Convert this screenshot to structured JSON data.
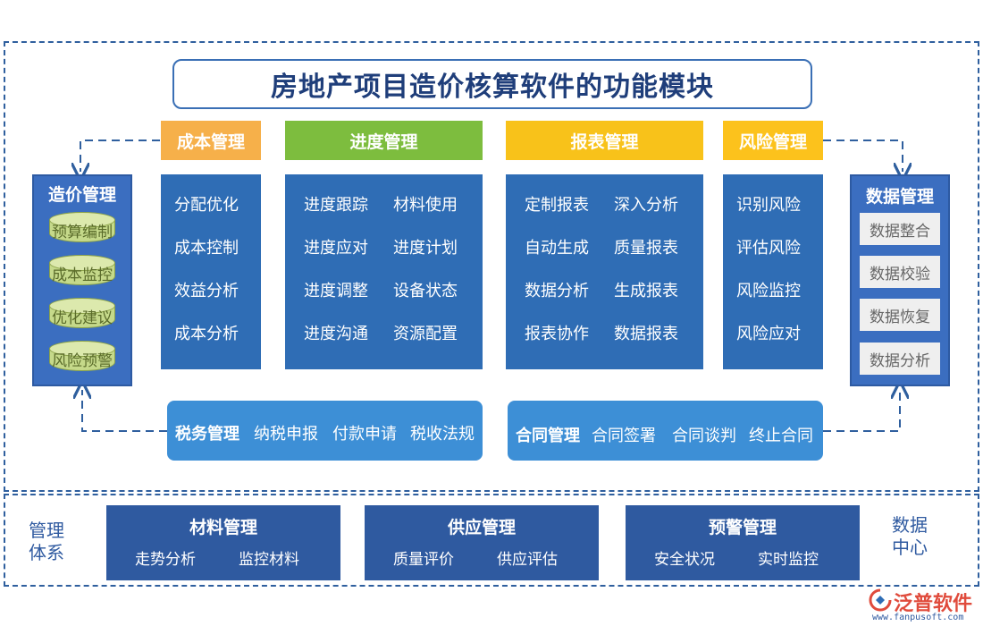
{
  "title": "房地产项目造价核算软件的功能模块",
  "cost_mgmt": {
    "header": "成本管理",
    "items": [
      "分配优化",
      "成本控制",
      "效益分析",
      "成本分析"
    ]
  },
  "progress_mgmt": {
    "header": "进度管理",
    "left": [
      "进度跟踪",
      "进度应对",
      "进度调整",
      "进度沟通"
    ],
    "right": [
      "材料使用",
      "进度计划",
      "设备状态",
      "资源配置"
    ]
  },
  "report_mgmt": {
    "header": "报表管理",
    "left": [
      "定制报表",
      "自动生成",
      "数据分析",
      "报表协作"
    ],
    "right": [
      "深入分析",
      "质量报表",
      "生成报表",
      "数据报表"
    ]
  },
  "risk_mgmt": {
    "header": "风险管理",
    "items": [
      "识别风险",
      "评估风险",
      "风险监控",
      "风险应对"
    ]
  },
  "price_mgmt": {
    "title": "造价管理",
    "items": [
      "预算编制",
      "成本监控",
      "优化建议",
      "风险预警"
    ]
  },
  "data_mgmt": {
    "title": "数据管理",
    "items": [
      "数据整合",
      "数据校验",
      "数据恢复",
      "数据分析"
    ]
  },
  "tax_mgmt": {
    "title": "税务管理",
    "items": [
      "纳税申报",
      "付款申请",
      "税收法规"
    ]
  },
  "contract_mgmt": {
    "title": "合同管理",
    "items": [
      "合同签署",
      "合同谈判",
      "终止合同"
    ]
  },
  "material_mgmt": {
    "title": "材料管理",
    "items": [
      "走势分析",
      "监控材料"
    ]
  },
  "supply_mgmt": {
    "title": "供应管理",
    "items": [
      "质量评价",
      "供应评估"
    ]
  },
  "warning_mgmt": {
    "title": "预警管理",
    "items": [
      "安全状况",
      "实时监控"
    ]
  },
  "left_label": [
    "管理",
    "体系"
  ],
  "right_label": [
    "数据",
    "中心"
  ],
  "logo": {
    "name": "泛普软件",
    "url": "www.fanpusoft.com"
  },
  "colors": {
    "cost": "#f6b04a",
    "progress": "#7dbd3e",
    "report": "#f8c21a",
    "risk": "#fcc21c",
    "panel": "#2f6db5",
    "pill": "#3d8fd6",
    "bottom": "#2f5aa0"
  }
}
